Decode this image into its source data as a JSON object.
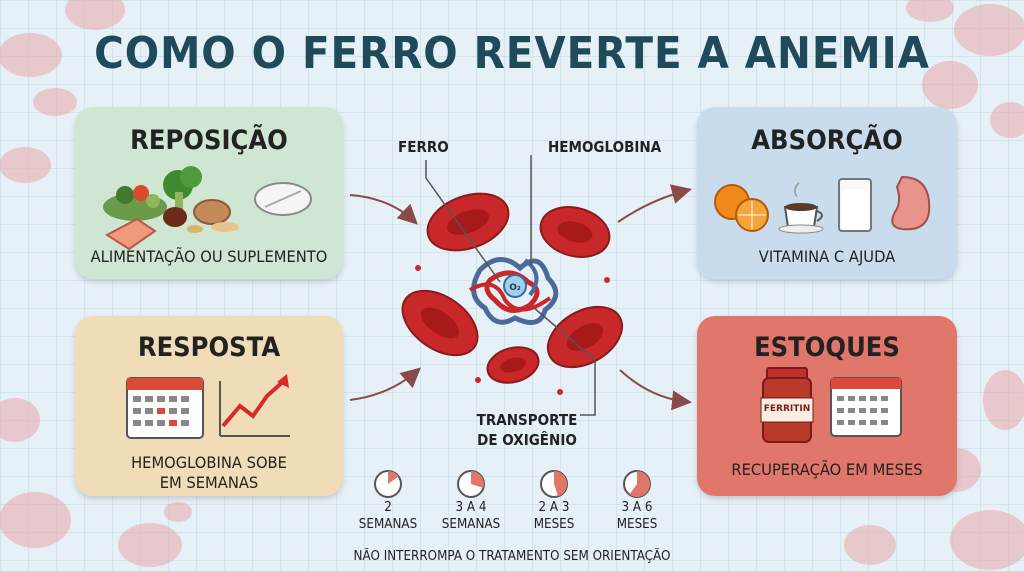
{
  "title": "COMO O FERRO REVERTE A ANEMIA",
  "panels": {
    "reposicao": {
      "title": "REPOSIÇÃO",
      "caption": "ALIMENTAÇÃO OU SUPLEMENTO"
    },
    "absorcao": {
      "title": "ABSORÇÃO",
      "caption": "VITAMINA C AJUDA"
    },
    "resposta": {
      "title": "RESPOSTA",
      "caption_line1": "HEMOGLOBINA SOBE",
      "caption_line2": "EM SEMANAS"
    },
    "estoques": {
      "title": "ESTOQUES",
      "caption": "RECUPERAÇÃO EM MESES",
      "jar_label": "FERRITIN"
    }
  },
  "center": {
    "ferro_label": "FERRO",
    "hemoglobina_label": "HEMOGLOBINA",
    "oxygen_symbol": "O₂",
    "transport_line1": "TRANSPORTE",
    "transport_line2": "DE OXIGÊNIO"
  },
  "timeline": [
    {
      "line1": "2",
      "line2": "SEMANAS",
      "fraction": 0.15
    },
    {
      "line1": "3 A 4",
      "line2": "SEMANAS",
      "fraction": 0.3
    },
    {
      "line1": "2 A 3",
      "line2": "MESES",
      "fraction": 0.45
    },
    {
      "line1": "3 A 6",
      "line2": "MESES",
      "fraction": 0.6
    }
  ],
  "footer_note": "NÃO INTERROMPA O TRATAMENTO SEM ORIENTAÇÃO",
  "colors": {
    "title": "#1f4a5a",
    "reposicao_bg": "#cfe6d2",
    "absorcao_bg": "#c8dcee",
    "resposta_bg": "#f1dcb8",
    "estoques_bg": "#e0776a",
    "blood_cell": "#c8282a",
    "arrow": "#8a4a4a"
  }
}
